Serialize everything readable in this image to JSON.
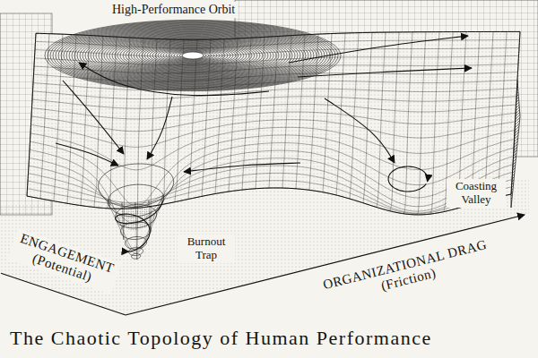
{
  "diagram": {
    "title": "The Chaotic Topology of Human Performance",
    "labels": [
      "High-Performance Orbit",
      "Burnout Trap",
      "Coasting Valley",
      "ENGAGEMENT (Potential)",
      "ORGANIZATIONAL DRAG (Friction)"
    ]
  }
}
